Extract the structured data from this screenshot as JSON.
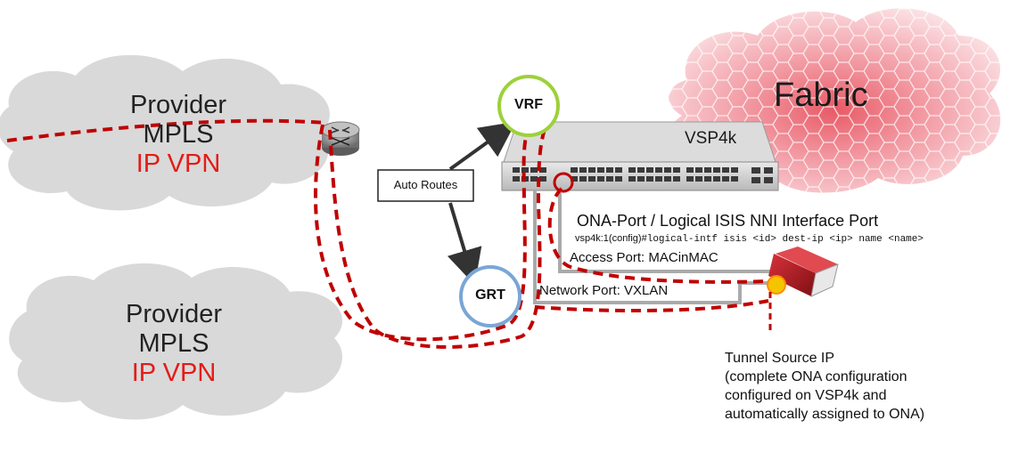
{
  "clouds": [
    {
      "line1": "Provider",
      "line2": "MPLS",
      "line3": "IP VPN"
    },
    {
      "line1": "Provider",
      "line2": "MPLS",
      "line3": "IP VPN"
    }
  ],
  "fabric": {
    "label": "Fabric"
  },
  "switch": {
    "label": "VSP4k"
  },
  "vrf": {
    "label": "VRF"
  },
  "grt": {
    "label": "GRT"
  },
  "auto_routes": {
    "label": "Auto Routes"
  },
  "ona_port": {
    "title": "ONA-Port / Logical ISIS NNI Interface Port",
    "cli_prefix": "vsp4k:1(config)#",
    "cli_command": "logical-intf isis <id> dest-ip <ip> name <name>"
  },
  "access_port": {
    "label": "Access Port: MACinMAC"
  },
  "network_port": {
    "label": "Network Port: VXLAN"
  },
  "tunnel": {
    "line1": "Tunnel Source IP",
    "line2": "(complete ONA configuration",
    "line3": "configured on VSP4k and",
    "line4": "automatically  assigned to ONA)"
  },
  "colors": {
    "path_red": "#c00000",
    "vrf_ring": "#9dd13a",
    "grt_ring": "#7aa6d6",
    "cloud_grey": "#d9d9d9",
    "fabric_pink": "#f0a7ae",
    "text_red": "#e41b17"
  }
}
